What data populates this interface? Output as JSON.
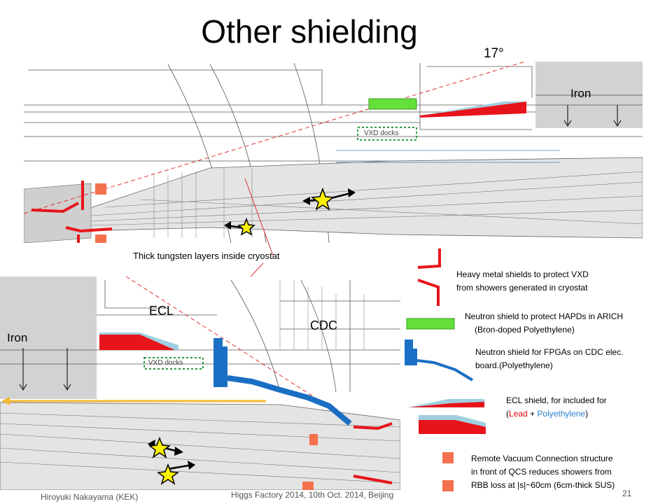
{
  "title": "Other shielding",
  "top_panel": {
    "angle_label": "17°",
    "iron_label": "Iron",
    "vxd_docks_label": "VXD docks",
    "tungsten_caption": "Thick tungsten layers inside cryostat"
  },
  "bottom_panel": {
    "ecl_label": "ECL",
    "cdc_label": "CDC",
    "iron_label": "Iron",
    "vxd_docks_label": "VXD docks"
  },
  "legend": {
    "heavy_metal": [
      "Heavy metal shields to protect VXD",
      "from showers generated in cryostat"
    ],
    "neutron_arich": [
      "Neutron shield to  protect HAPDs in ARICH",
      "(Bron-doped Polyethylene)"
    ],
    "neutron_fpga": [
      "Neutron shield for FPGAs on CDC elec.",
      "board.(Polyethylene)"
    ],
    "ecl_shield": {
      "line1": "ECL shield, for included for",
      "open": "(",
      "lead": "Lead",
      "plus": " + ",
      "poly": "Polyethylene",
      "close": ")"
    },
    "remote_vacuum": [
      "Remote Vacuum Connection structure",
      "in front of QCS reduces showers from",
      "RBB loss at |s|~60cm (6cm-thick SUS)"
    ]
  },
  "footer": {
    "author": "Hiroyuki Nakayama (KEK)",
    "event": "Higgs Factory 2014, 10th Oct. 2014, Beijing",
    "page_number": "21"
  },
  "colors": {
    "red_shield": "#e8141b",
    "green_shield": "#66e03a",
    "blue_shield": "#1a6fc4",
    "lightblue_poly": "#9fcfe0",
    "orange_block": "#f4714e",
    "yellow_beam": "#f5b82e",
    "star": "#fff200"
  }
}
